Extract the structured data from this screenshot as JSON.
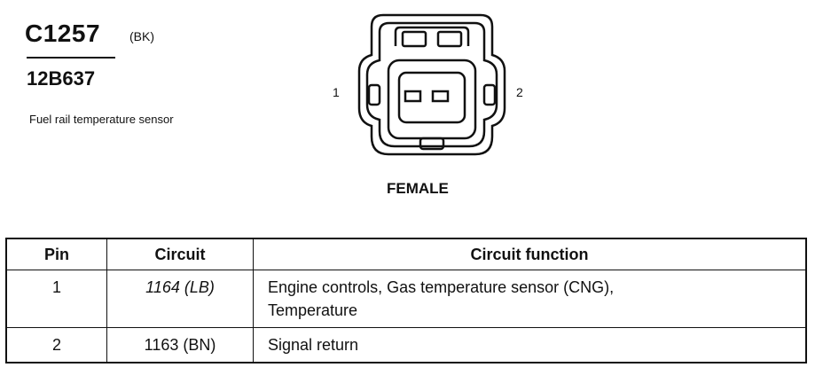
{
  "header": {
    "connector_id": "C1257",
    "color_code": "(BK)",
    "part_number": "12B637",
    "description": "Fuel rail temperature sensor"
  },
  "connector": {
    "gender": "FEMALE",
    "pin_labels": [
      "1",
      "2"
    ]
  },
  "table": {
    "headers": [
      "Pin",
      "Circuit",
      "Circuit function"
    ],
    "rows": [
      {
        "pin": "1",
        "circuit": "1164 (LB)",
        "function_line1": "Engine controls, Gas temperature sensor (CNG),",
        "function_line2": "Temperature"
      },
      {
        "pin": "2",
        "circuit": "1163 (BN)",
        "function_line1": "Signal return"
      }
    ]
  }
}
